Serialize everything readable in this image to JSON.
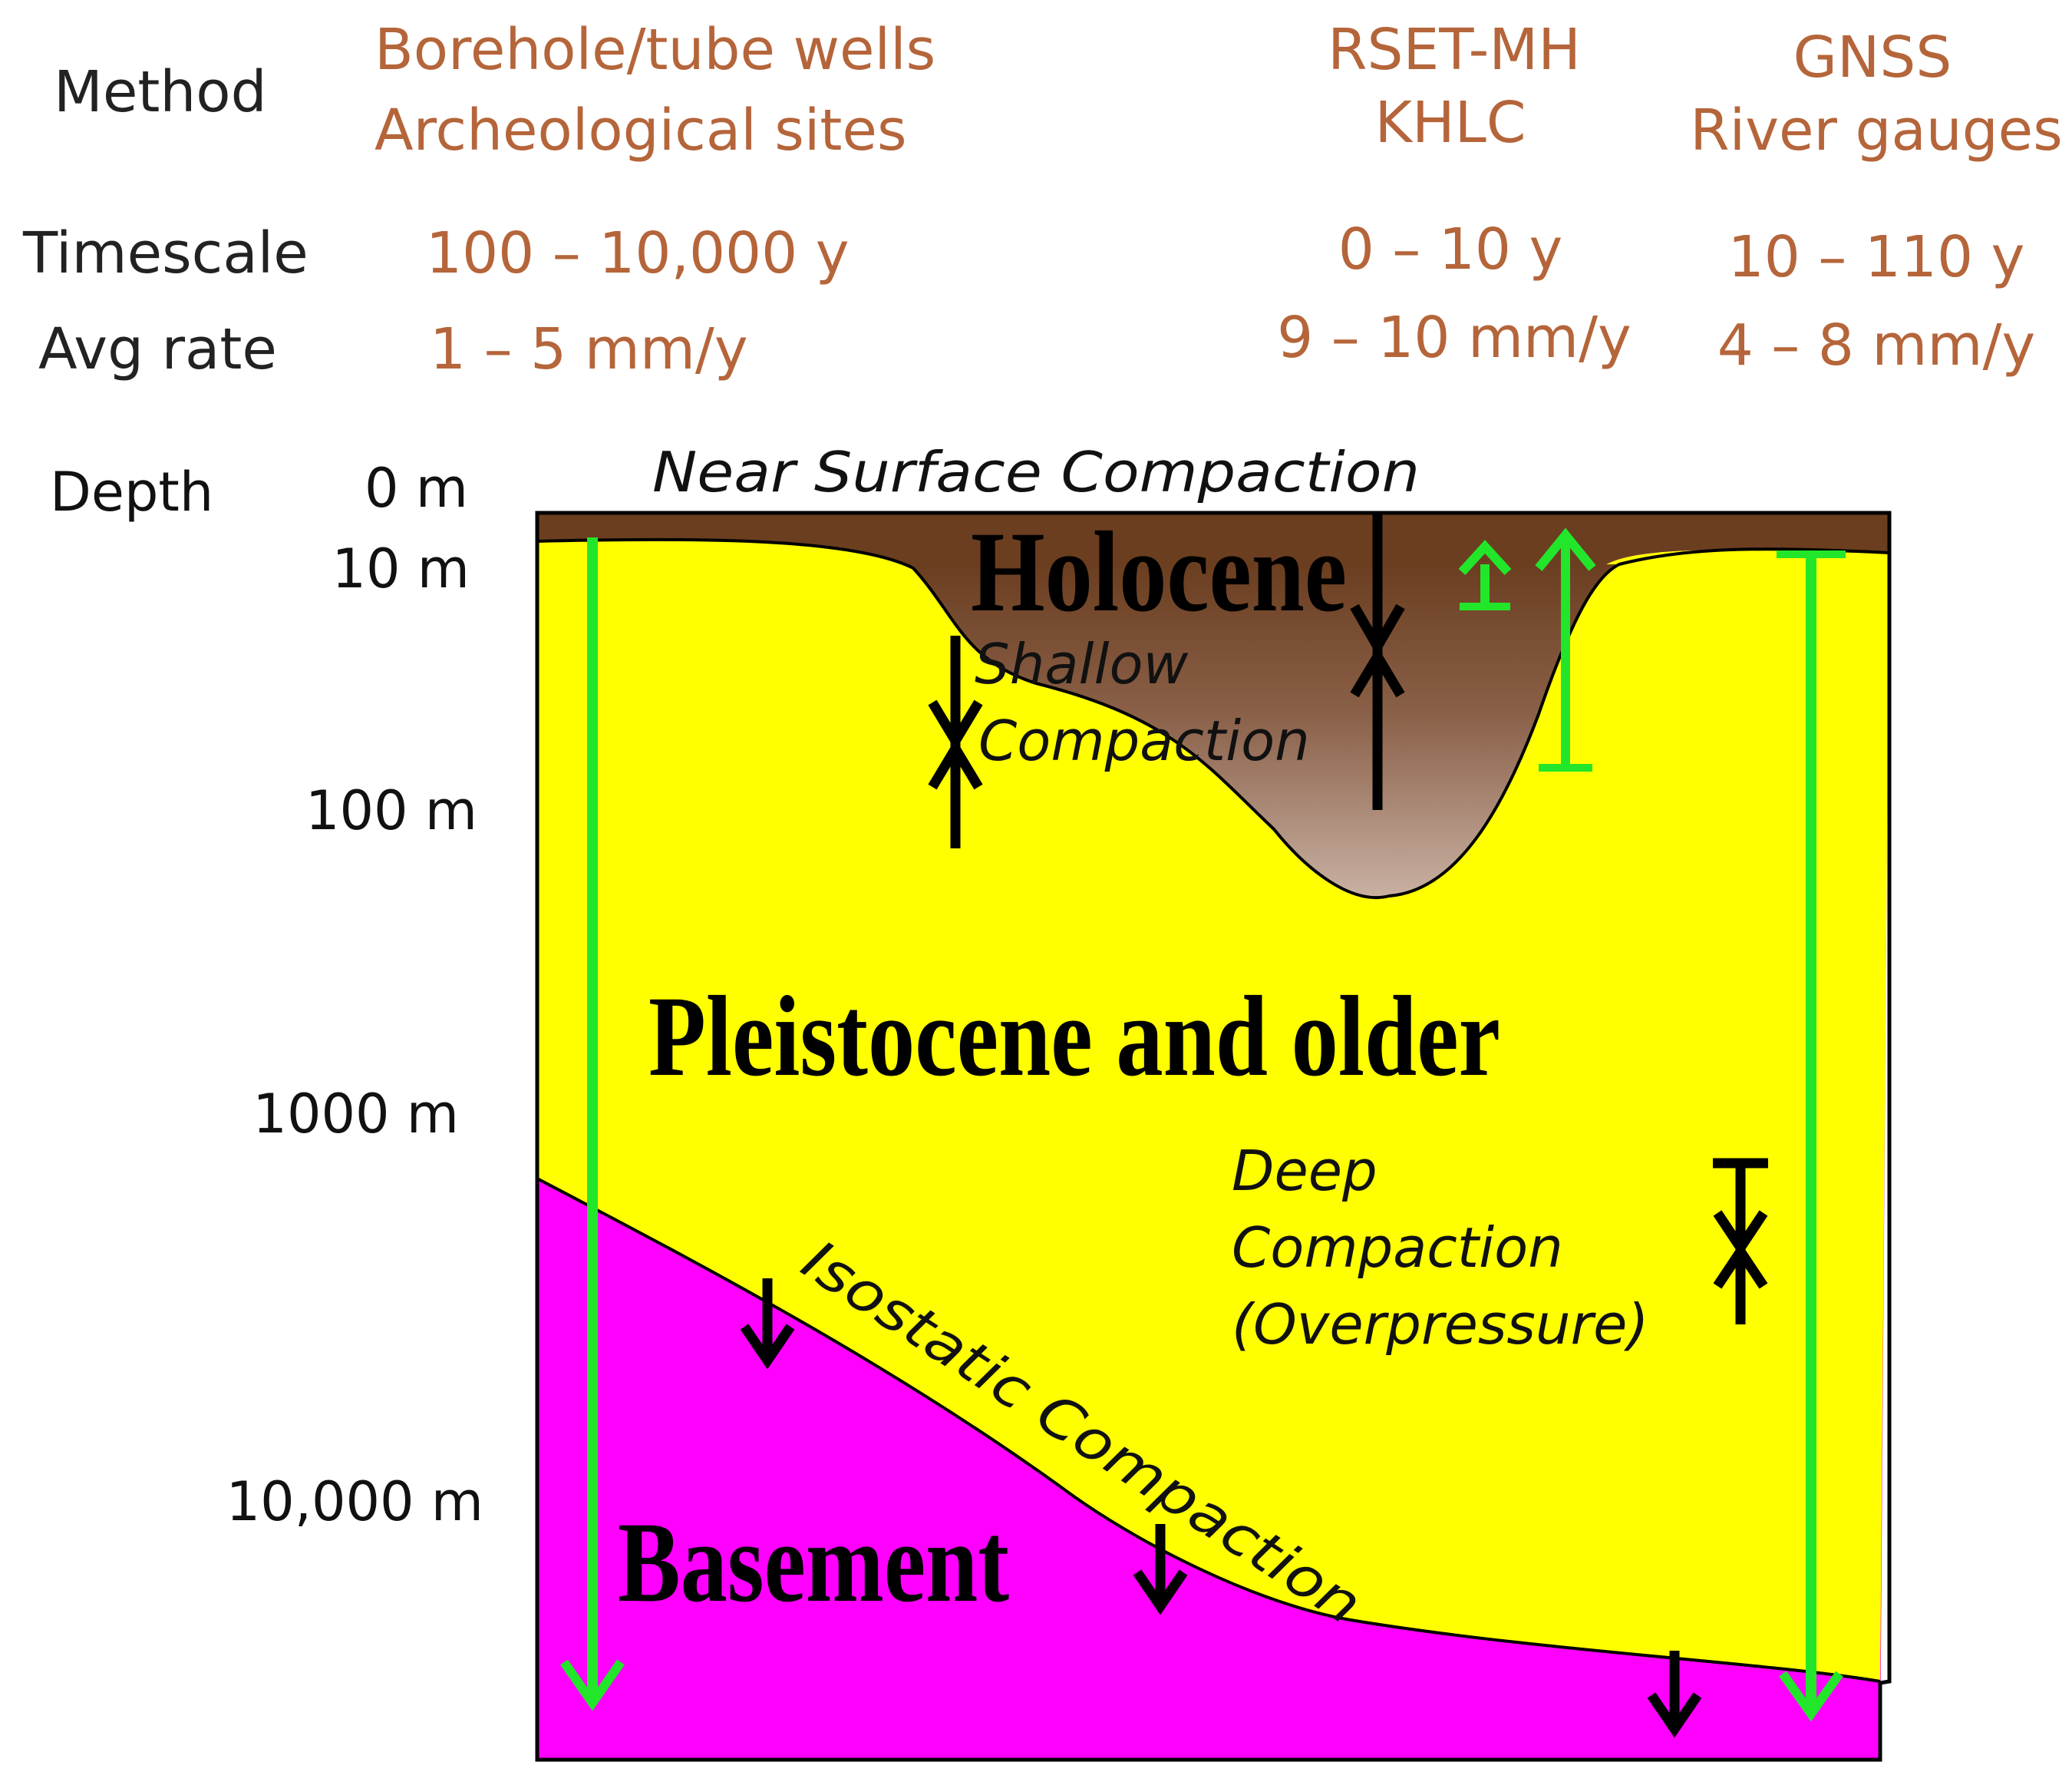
{
  "colors": {
    "method_text": "#b5653a",
    "holocene": "#6b3e20",
    "pleistocene": "#ffff00",
    "basement": "#ff00ff",
    "measure_arrow": "#22e62a",
    "compaction_arrow": "#000000"
  },
  "header": {
    "method_label": "Method",
    "timescale_label": "Timescale",
    "avg_rate_label": "Avg rate",
    "columns": [
      {
        "methods": [
          "Borehole/tube wells",
          "Archeological sites"
        ],
        "timescale": "100 – 10,000 y",
        "avg_rate": "1 – 5 mm/y"
      },
      {
        "methods": [
          "RSET-MH",
          "KHLC"
        ],
        "timescale": "0 – 10 y",
        "avg_rate": "9 – 10 mm/y"
      },
      {
        "methods": [
          "GNSS",
          "River gauges"
        ],
        "timescale": "10 – 110 y",
        "avg_rate": "4 – 8 mm/y"
      }
    ]
  },
  "depth": {
    "label": "Depth",
    "ticks": [
      "0 m",
      "10 m",
      "100 m",
      "1000 m",
      "10,000 m"
    ]
  },
  "layers": {
    "holocene": "Holocene",
    "pleistocene": "Pleistocene and older",
    "basement": "Basement"
  },
  "processes": {
    "near_surface": "Near Surface Compaction",
    "shallow_1": "Shallow",
    "shallow_2": "Compaction",
    "deep_1": "Deep",
    "deep_2": "Compaction",
    "deep_3": "(Overpressure)",
    "isostatic": "Isostatic Compaction"
  }
}
